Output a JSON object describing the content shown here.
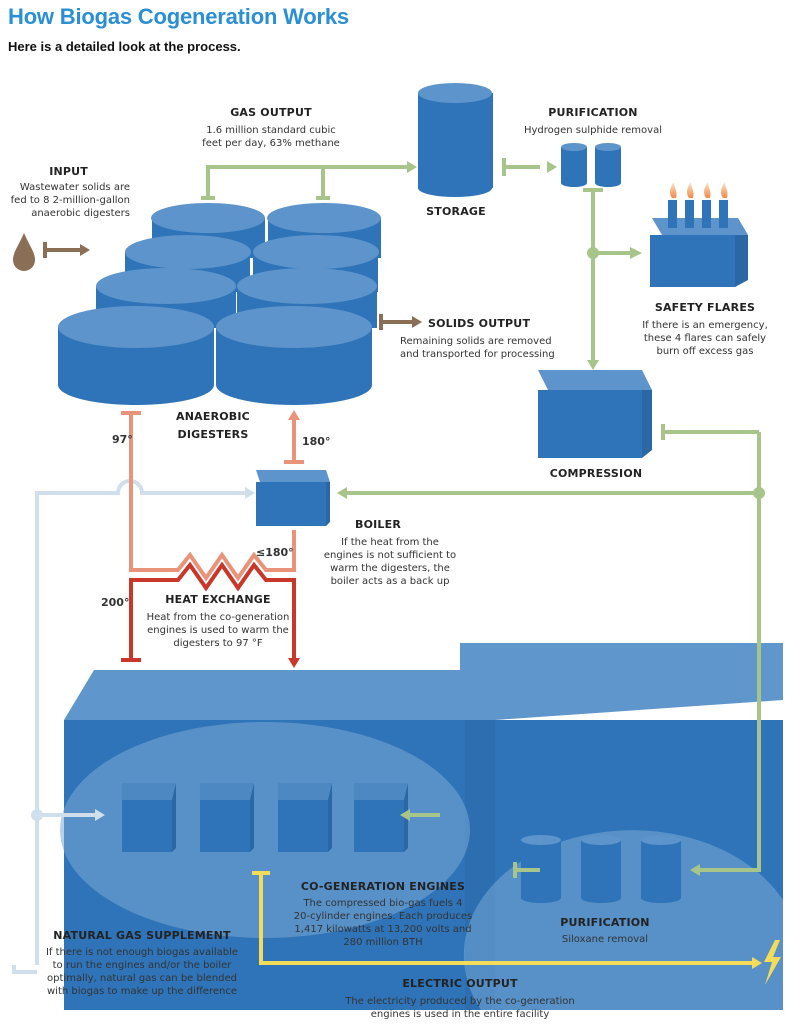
{
  "header": {
    "title": "How Biogas Cogeneration Works",
    "subtitle": "Here is a detailed look at the process."
  },
  "input": {
    "heading": "INPUT",
    "line1": "Wastewater solids are",
    "line2": "fed to 8 2-million-gallon",
    "line3": "anaerobic digesters"
  },
  "gas_output": {
    "heading": "GAS OUTPUT",
    "line1": "1.6 million standard cubic",
    "line2": "feet per day, 63% methane"
  },
  "storage": {
    "heading": "STORAGE"
  },
  "purification_top": {
    "heading": "PURIFICATION",
    "line1": "Hydrogen sulphide removal"
  },
  "safety_flares": {
    "heading": "SAFETY FLARES",
    "line1": "If there is an emergency,",
    "line2": "these 4 flares can safely",
    "line3": "burn off excess gas"
  },
  "solids_output": {
    "heading": "SOLIDS OUTPUT",
    "line1": "Remaining solids are removed",
    "line2": "and transported for processing"
  },
  "digesters": {
    "line1": "ANAEROBIC",
    "line2": "DIGESTERS"
  },
  "temperatures": {
    "t97": "97°",
    "t180": "180°",
    "t180b": "≤180°",
    "t200": "200°"
  },
  "compression": {
    "heading": "COMPRESSION"
  },
  "boiler": {
    "heading": "BOILER",
    "line1": "If the heat from the",
    "line2": "engines is not sufficient to",
    "line3": "warm the digesters, the",
    "line4": "boiler acts as a back up"
  },
  "heat_exchange": {
    "heading": "HEAT EXCHANGE",
    "line1": "Heat from the co-generation",
    "line2": "engines is used to warm the",
    "line3": "digesters to 97 °F"
  },
  "engines": {
    "heading": "CO-GENERATION ENGINES",
    "line1": "The compressed bio-gas fuels 4",
    "line2": "20-cylinder engines. Each produces",
    "line3": "1,417 kilowatts at 13,200 volts and",
    "line4": "280 million BTH"
  },
  "purification_bottom": {
    "heading": "PURIFICATION",
    "line1": "Siloxane removal"
  },
  "natural_gas": {
    "heading": "NATURAL GAS SUPPLEMENT",
    "line1": "If there is not enough biogas available",
    "line2": "to run the engines and/or the boiler",
    "line3": "optimally, natural gas can be blended",
    "line4": "with biogas to make up the difference"
  },
  "electric_output": {
    "heading": "ELECTRIC OUTPUT",
    "line1": "The electricity produced by the co-generation",
    "line2": "engines is used in the entire facility"
  },
  "colors": {
    "blue": "#2f74b8",
    "blue_light": "#5794cf",
    "green": "#a7c48a",
    "red": "#d9573c",
    "brown": "#8a6e55",
    "light_blue": "#cfdfec",
    "yellow": "#f3dc5a"
  }
}
